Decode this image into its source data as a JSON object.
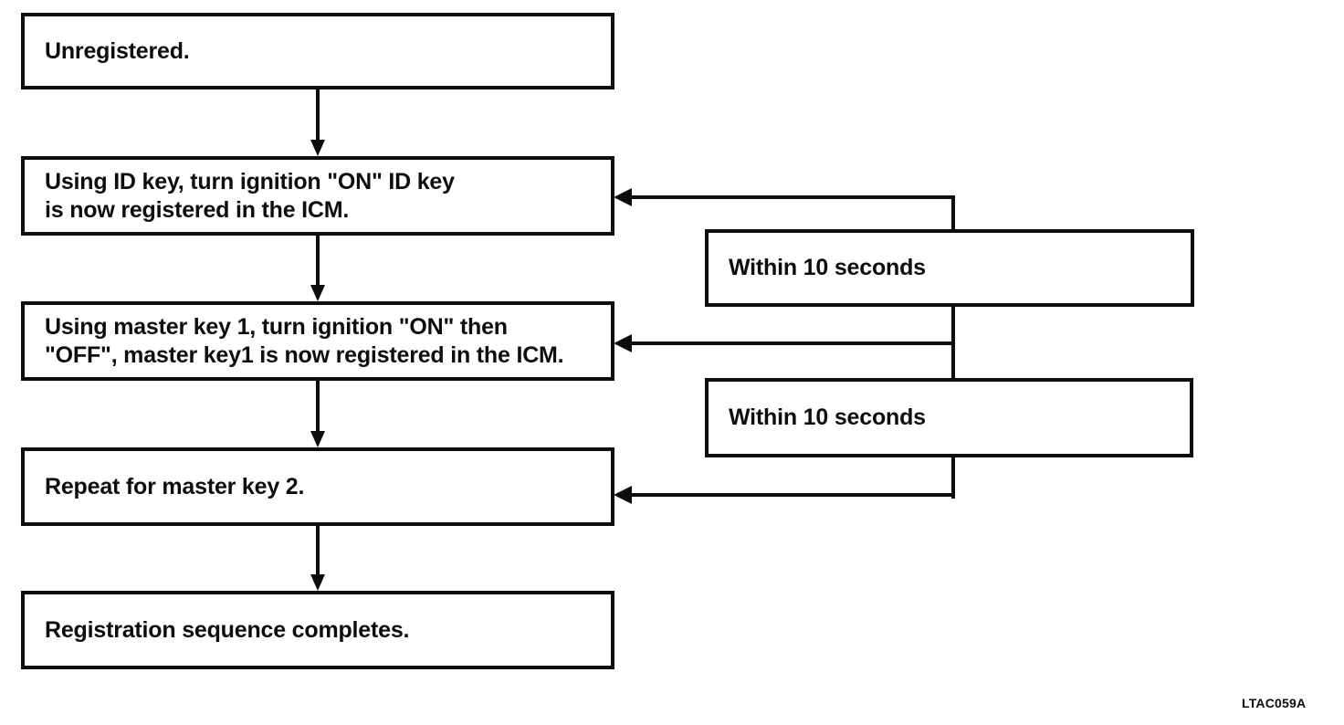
{
  "diagram": {
    "title_hint": "Key registration sequence flowchart",
    "flow_boxes": [
      {
        "id": "unregistered",
        "lines": [
          "Unregistered."
        ]
      },
      {
        "id": "id-key",
        "lines": [
          "Using ID key, turn ignition \"ON\" ID key",
          "is now registered in the ICM."
        ]
      },
      {
        "id": "master-key-1",
        "lines": [
          "Using master key 1, turn ignition \"ON\" then",
          "\"OFF\", master key1 is now registered in the ICM."
        ]
      },
      {
        "id": "master-key-2",
        "lines": [
          "Repeat for master key 2."
        ]
      },
      {
        "id": "complete",
        "lines": [
          "Registration sequence completes."
        ]
      }
    ],
    "timing_boxes": [
      {
        "label": "Within 10 seconds"
      },
      {
        "label": "Within 10 seconds"
      }
    ],
    "figure_code": "LTAC059A",
    "colors": {
      "line": "#0d0d0d",
      "background": "#ffffff"
    }
  }
}
